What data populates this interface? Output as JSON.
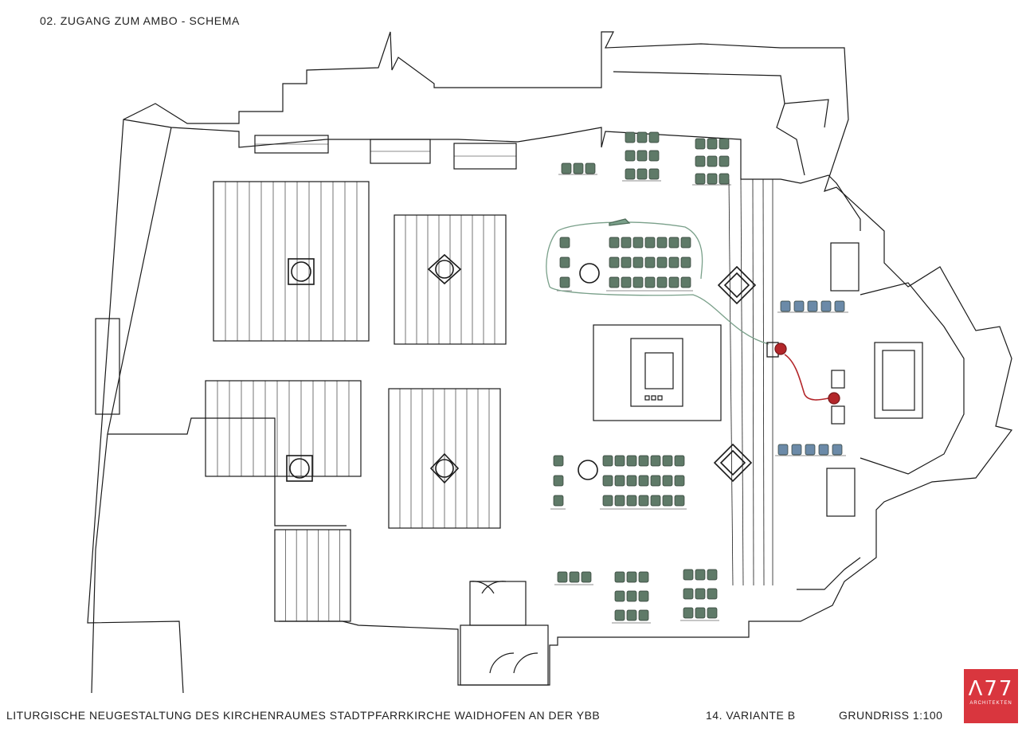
{
  "sheet": {
    "title": "02. ZUGANG ZUM AMBO - SCHEMA",
    "project": "LITURGISCHE NEUGESTALTUNG DES KIRCHENRAUMES STADTPFARRKIRCHE WAIDHOFEN AN DER YBB",
    "variant": "14. VARIANTE B",
    "scale": "GRUNDRISS 1:100"
  },
  "logo": {
    "mark": "Λ77",
    "subtitle": "ARCHITEKTEN",
    "color": "#d9363e"
  },
  "colors": {
    "line": "#1a1a1a",
    "chair_green": "#5f7a68",
    "chair_blue": "#6b8aa8",
    "path_green": "#7aa08a",
    "path_red": "#b3262a"
  }
}
